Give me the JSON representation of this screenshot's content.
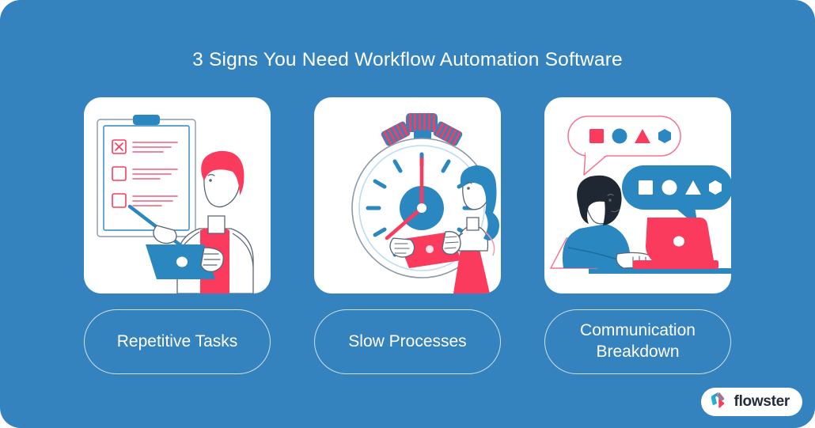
{
  "poster": {
    "background_color": "#3483be",
    "title": "3 Signs You Need Workflow Automation Software"
  },
  "colors": {
    "background_blue": "#3483be",
    "illustration_blue": "#2a87c0",
    "accent_pink": "#fb3b5e",
    "card_white": "#ffffff",
    "line_gray": "#8c99a8",
    "pale_blue": "#bcdcef",
    "pale_pink": "#f59aae",
    "dark_navy": "#232c38"
  },
  "cards": [
    {
      "id": "repetitive-tasks",
      "illustration_name": "checklist-clipboard-man-with-tablet",
      "label": "Repetitive Tasks",
      "label_lines": [
        "Repetitive Tasks"
      ]
    },
    {
      "id": "slow-processes",
      "illustration_name": "stopwatch-woman-with-tablet",
      "label": "Slow Processes",
      "label_lines": [
        "Slow Processes"
      ]
    },
    {
      "id": "communication-breakdown",
      "illustration_name": "speech-bubbles-woman-with-laptop",
      "label": "Communication Breakdown",
      "label_lines": [
        "Communication",
        "Breakdown"
      ]
    }
  ],
  "logo": {
    "mark_name": "flowster-arrow-logo-mark",
    "text": "flowster",
    "mark_colors": [
      "#2a87c0",
      "#25c7d6",
      "#fb3b5e"
    ]
  }
}
